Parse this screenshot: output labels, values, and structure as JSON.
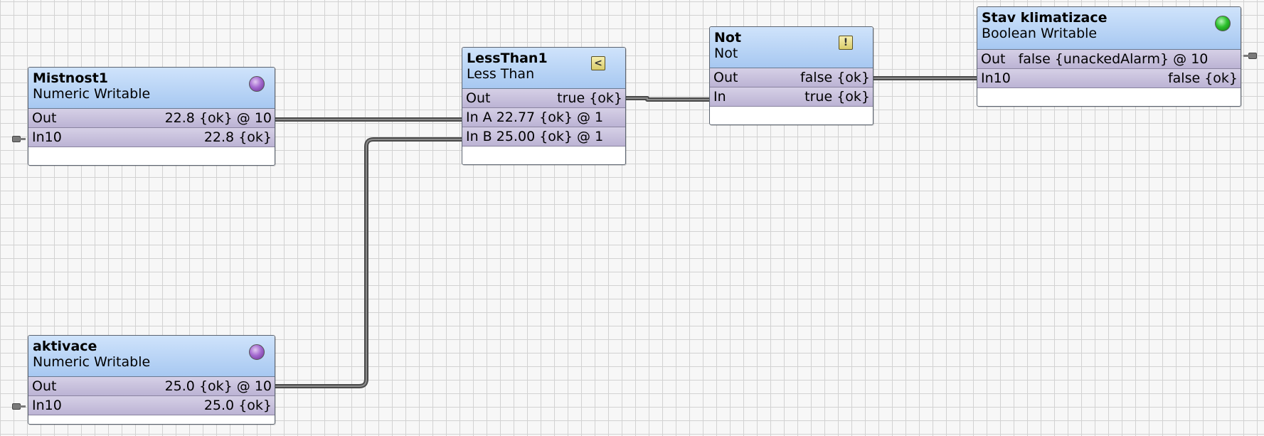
{
  "blocks": {
    "mistnost1": {
      "title": "Mistnost1",
      "type": "Numeric Writable",
      "icon": "purple-status-orb-icon",
      "slots": [
        {
          "name": "Out",
          "value": "22.8 {ok} @ 10"
        },
        {
          "name": "In10",
          "value": "22.8 {ok}"
        }
      ]
    },
    "aktivace": {
      "title": "aktivace",
      "type": "Numeric Writable",
      "icon": "purple-status-orb-icon",
      "slots": [
        {
          "name": "Out",
          "value": "25.0 {ok} @ 10"
        },
        {
          "name": "In10",
          "value": "25.0 {ok}"
        }
      ]
    },
    "lessthan1": {
      "title": "LessThan1",
      "type": "Less Than",
      "icon": "less-than-icon",
      "icon_glyph": "<",
      "slots": [
        {
          "name": "Out",
          "value": "true {ok}"
        },
        {
          "text": "In A 22.77 {ok} @ 1"
        },
        {
          "text": "In B 25.00 {ok} @ 1"
        }
      ]
    },
    "not": {
      "title": "Not",
      "type": "Not",
      "icon": "not-gate-icon",
      "icon_glyph": "!",
      "slots": [
        {
          "name": "Out",
          "value": "false {ok}"
        },
        {
          "name": "In",
          "value": "true {ok}"
        }
      ]
    },
    "stav": {
      "title": "Stav klimatizace",
      "type": "Boolean Writable",
      "icon": "green-status-orb-icon",
      "slots": [
        {
          "text": "Out   false {unackedAlarm} @ 10"
        },
        {
          "name": "In10",
          "value": "false {ok}"
        }
      ]
    }
  },
  "colors": {
    "header_top": "#cfe3fb",
    "header_bottom": "#a7c8f1",
    "slot_top": "#d6d0e6",
    "slot_bottom": "#bcb3d4",
    "wire": "#6e6e6e",
    "grid": "#d2d2d2"
  }
}
